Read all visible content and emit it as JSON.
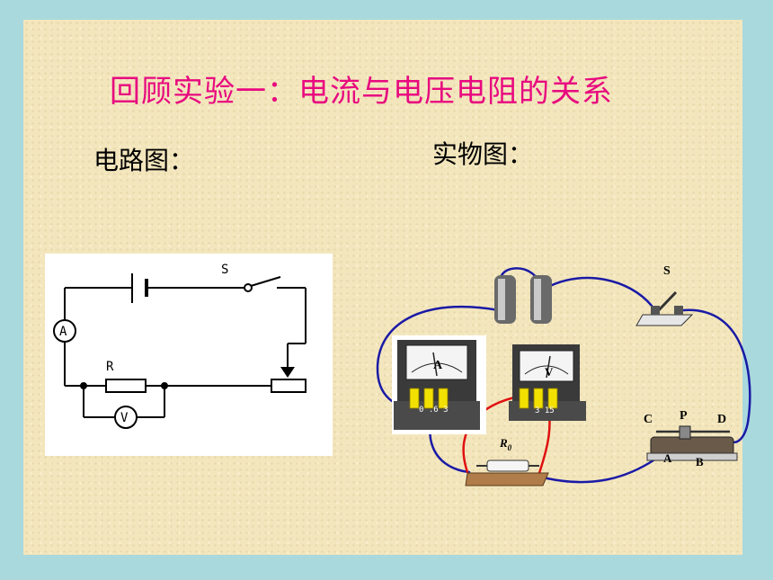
{
  "title": "回顾实验一：电流与电压电阻的关系",
  "labels": {
    "circuit_diagram": "电路图：",
    "physical_diagram": "实物图："
  },
  "schematic": {
    "switch": "S",
    "resistor": "R",
    "ammeter": "A",
    "voltmeter": "V"
  },
  "physical": {
    "switch": "S",
    "ammeter": "A",
    "voltmeter": "V",
    "ammeter_scale": "0 .6 3",
    "voltmeter_scale": "3 15",
    "resistor_main": "R",
    "resistor_sub": "0",
    "rheostat_c": "C",
    "rheostat_p": "P",
    "rheostat_d": "D",
    "rheostat_a": "A",
    "rheostat_b": "B"
  },
  "colors": {
    "background": "#a9d9dc",
    "slide": "#f3e6bd",
    "title": "#e8097f",
    "wire_blue": "#1a1aa6",
    "wire_red": "#e01010"
  }
}
